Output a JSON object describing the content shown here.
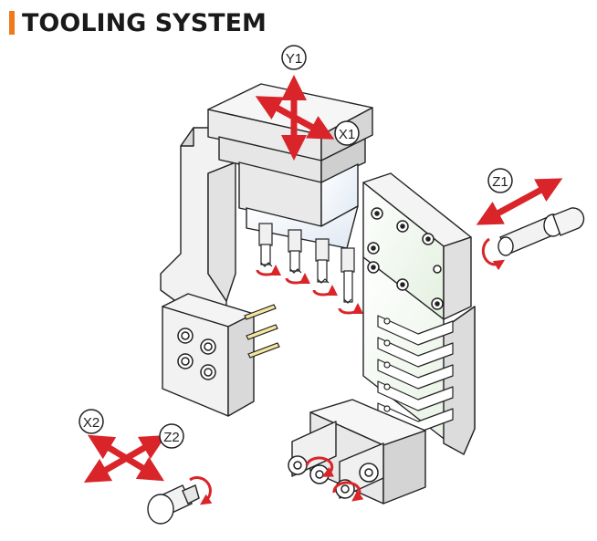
{
  "header": {
    "title": "TOOLING SYSTEM",
    "accent_color": "#f07a1a"
  },
  "axes": [
    {
      "id": "y1",
      "label": "Y1"
    },
    {
      "id": "x1",
      "label": "X1"
    },
    {
      "id": "z1",
      "label": "Z1"
    },
    {
      "id": "x2",
      "label": "X2"
    },
    {
      "id": "z2",
      "label": "Z2"
    }
  ],
  "colors": {
    "arrow": "#d9252a",
    "outline": "#222222",
    "body_light": "#f2f2f2",
    "body_shadow": "#d0d0d0",
    "tint_blue": "#e8eef6",
    "tint_green": "#e9f3e6"
  }
}
